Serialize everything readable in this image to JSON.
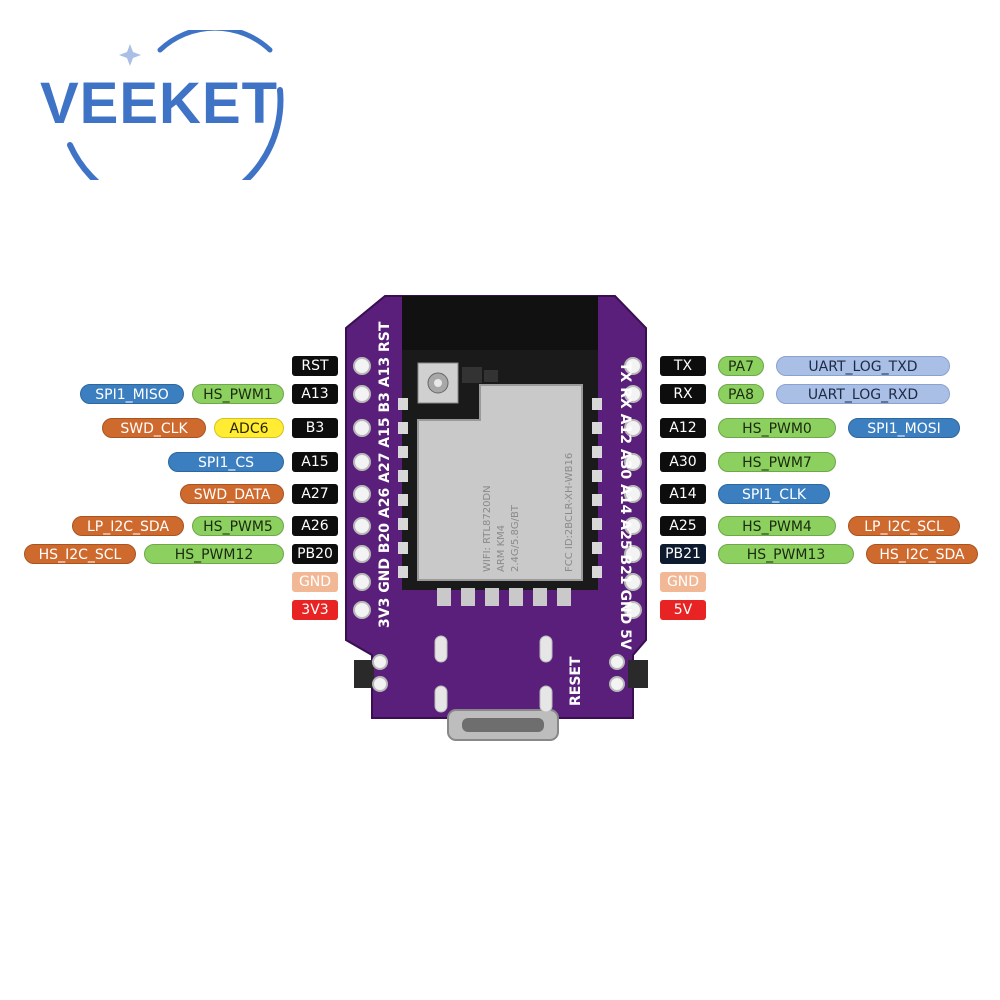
{
  "brand": {
    "logo_text": "VEEKET",
    "color": "#3f73c6"
  },
  "board": {
    "left_silk": [
      "RST",
      "A13",
      "B3",
      "A15",
      "A27",
      "A26",
      "B20",
      "GND",
      "3V3"
    ],
    "right_silk": [
      "TX",
      "RX",
      "A12",
      "A30",
      "A14",
      "A25",
      "B21",
      "GND",
      "5V"
    ],
    "reset_label": "RESET",
    "module_text": [
      "WIFI: RTL8720DN",
      "ARM KM4",
      "2.4G/5.8G/BT"
    ],
    "module_fcc": "FCC ID:2BCLR-XH-WB16",
    "colors": {
      "pcb": "#5a1f7a",
      "shield": "#c9c9c9"
    }
  },
  "left_labels": [
    [
      {
        "text": "RST",
        "style": "black"
      }
    ],
    [
      {
        "text": "SPI1_MISO",
        "style": "blue"
      },
      {
        "text": "HS_PWM1",
        "style": "green"
      },
      {
        "text": "A13",
        "style": "black"
      }
    ],
    [
      {
        "text": "SWD_CLK",
        "style": "orange"
      },
      {
        "text": "ADC6",
        "style": "yellow"
      },
      {
        "text": "B3",
        "style": "black"
      }
    ],
    [
      {
        "text": "SPI1_CS",
        "style": "blue"
      },
      {
        "text": "A15",
        "style": "black"
      }
    ],
    [
      {
        "text": "SWD_DATA",
        "style": "orange"
      },
      {
        "text": "A27",
        "style": "black"
      }
    ],
    [
      {
        "text": "LP_I2C_SDA",
        "style": "orange"
      },
      {
        "text": "HS_PWM5",
        "style": "green"
      },
      {
        "text": "A26",
        "style": "black"
      }
    ],
    [
      {
        "text": "HS_I2C_SCL",
        "style": "orange"
      },
      {
        "text": "HS_PWM12",
        "style": "green"
      },
      {
        "text": "PB20",
        "style": "black"
      }
    ],
    [
      {
        "text": "GND",
        "style": "salmon"
      }
    ],
    [
      {
        "text": "3V3",
        "style": "red"
      }
    ]
  ],
  "right_labels": [
    [
      {
        "text": "TX",
        "style": "black"
      },
      {
        "text": "PA7",
        "style": "green"
      },
      {
        "text": "UART_LOG_TXD",
        "style": "lblue"
      }
    ],
    [
      {
        "text": "RX",
        "style": "black"
      },
      {
        "text": "PA8",
        "style": "green"
      },
      {
        "text": "UART_LOG_RXD",
        "style": "lblue"
      }
    ],
    [
      {
        "text": "A12",
        "style": "black"
      },
      {
        "text": "HS_PWM0",
        "style": "green"
      },
      {
        "text": "SPI1_MOSI",
        "style": "blue"
      }
    ],
    [
      {
        "text": "A30",
        "style": "black"
      },
      {
        "text": "HS_PWM7",
        "style": "green"
      }
    ],
    [
      {
        "text": "A14",
        "style": "black"
      },
      {
        "text": "SPI1_CLK",
        "style": "blue"
      }
    ],
    [
      {
        "text": "A25",
        "style": "black"
      },
      {
        "text": "HS_PWM4",
        "style": "green"
      },
      {
        "text": "LP_I2C_SCL",
        "style": "orange"
      }
    ],
    [
      {
        "text": "PB21",
        "style": "navy"
      },
      {
        "text": "HS_PWM13",
        "style": "green"
      },
      {
        "text": "HS_I2C_SDA",
        "style": "orange"
      }
    ],
    [
      {
        "text": "GND",
        "style": "salmon"
      }
    ],
    [
      {
        "text": "5V",
        "style": "red"
      }
    ]
  ]
}
